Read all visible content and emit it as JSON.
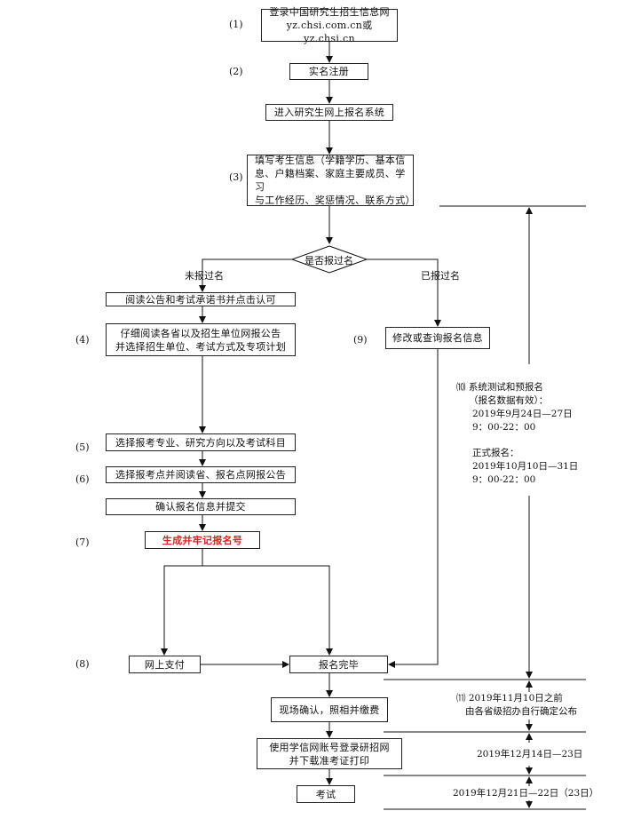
{
  "steps": {
    "n1": "(1)",
    "n2": "(2)",
    "n3": "(3)",
    "n4": "(4)",
    "n5": "(5)",
    "n6": "(6)",
    "n7": "(7)",
    "n8": "(8)",
    "n9": "(9)",
    "n10": "⑽",
    "n11": "⑾"
  },
  "boxes": {
    "login_l1": "登录中国研究生招生信息网",
    "login_l2": "yz.chsi.com.cn或yz.chsi.cn",
    "register": "实名注册",
    "enter_system": "进入研究生网上报名系统",
    "fill_info_l1": "填写考生信息（学籍学历、基本信",
    "fill_info_l2": "息、户籍档案、家庭主要成员、学习",
    "fill_info_l3": "与工作经历、奖惩情况、联系方式）",
    "read_notice": "阅读公告和考试承诺书并点击认可",
    "read_province_l1": "仔细阅读各省以及招生单位网报公告",
    "read_province_l2": "并选择招生单位、考试方式及专项计划",
    "modify_query": "修改或查询报名信息",
    "choose_major": "选择报考专业、研究方向以及考试科目",
    "choose_site": "选择报考点并阅读省、报名点网报公告",
    "confirm_submit": "确认报名信息并提交",
    "generate_number": "生成并牢记报名号",
    "online_pay": "网上支付",
    "complete": "报名完毕",
    "onsite_confirm": "现场确认，照相并缴费",
    "print_l1": "使用学信网账号登录研招网",
    "print_l2": "并下载准考证打印",
    "exam": "考试"
  },
  "decision": {
    "question": "是否报过名",
    "no_label": "未报过名",
    "yes_label": "已报过名"
  },
  "timeline": {
    "test_title": "系统测试和预报名",
    "test_note": "（报名数据有效）：",
    "test_date": "2019年9月24日—27日",
    "test_time": "9：00-22：00",
    "formal_title": "正式报名：",
    "formal_date": "2019年10月10日—31日",
    "formal_time": "9：00-22：00",
    "confirm_l1": "2019年11月10日之前",
    "confirm_l2": "由各省级招办自行确定公布",
    "print_period": "2019年12月14日—23日",
    "exam_period": "2019年12月21日—22日（23日）"
  }
}
